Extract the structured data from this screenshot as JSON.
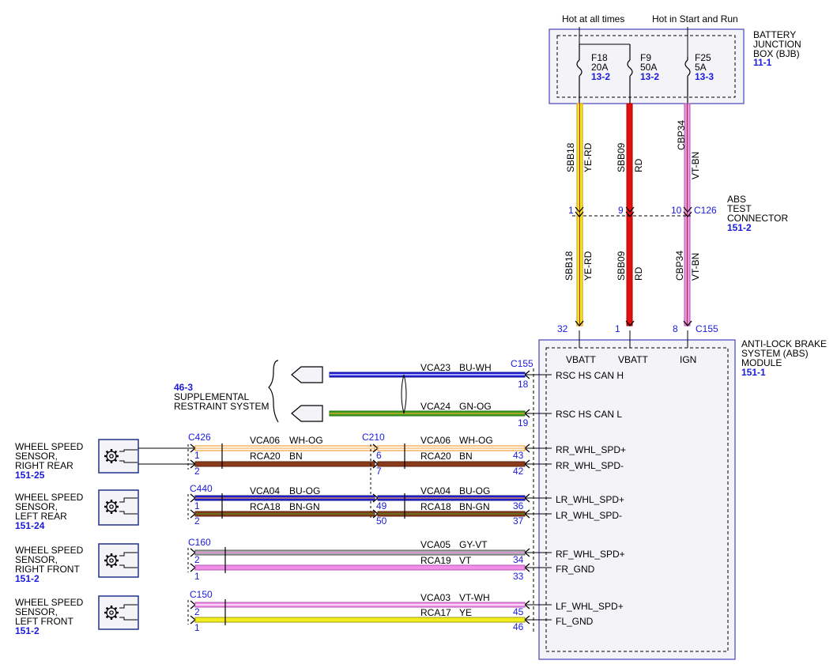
{
  "colors": {
    "accent_blue": "#1a1adb",
    "box_border": "#4444bb",
    "box_fill": "#f3f3f8",
    "YE": "#f2ed1f",
    "RD": "#e01010",
    "VT": "#f08ee8",
    "BU": "#1e1edc",
    "WH": "#ffffff",
    "GN": "#3da21a",
    "OG": "#f2a23a",
    "BN": "#8b3a1a",
    "GY": "#aaaaaa"
  },
  "header": {
    "hot_at_all_times": "Hot at all times",
    "hot_in_start_run": "Hot in Start and Run"
  },
  "bjb": {
    "name_line1": "BATTERY",
    "name_line2": "JUNCTION",
    "name_line3": "BOX (BJB)",
    "ref": "11-1",
    "fuses": [
      {
        "id": "F18",
        "amps": "20A",
        "ref": "13-2"
      },
      {
        "id": "F9",
        "amps": "50A",
        "ref": "13-2"
      },
      {
        "id": "F25",
        "amps": "5A",
        "ref": "13-3"
      }
    ]
  },
  "upper_wires": [
    {
      "circuit": "SBB18",
      "color": "YE-RD"
    },
    {
      "circuit": "SBB09",
      "color": "RD"
    },
    {
      "circuit": "CBP34",
      "color": "VT-BN"
    }
  ],
  "lower_wires": [
    {
      "circuit": "SBB18",
      "color": "YE-RD"
    },
    {
      "circuit": "SBB09",
      "color": "RD"
    },
    {
      "circuit": "CBP34",
      "color": "VT-BN"
    }
  ],
  "test_connector": {
    "line1": "ABS",
    "line2": "TEST",
    "line3": "CONNECTOR",
    "ref": "151-2",
    "connector": "C126",
    "pins": [
      "1",
      "9",
      "10"
    ]
  },
  "abs_module": {
    "line1": "ANTI-LOCK BRAKE",
    "line2": "SYSTEM (ABS)",
    "line3": "MODULE",
    "ref": "151-1",
    "connector": "C155",
    "top_pins": [
      "32",
      "1",
      "8"
    ],
    "power_labels": [
      "VBATT",
      "VBATT",
      "IGN"
    ],
    "left_connector": "C155",
    "pins": [
      {
        "num": "18",
        "label": "RSC HS CAN H"
      },
      {
        "num": "19",
        "label": "RSC HS CAN L"
      },
      {
        "num": "43",
        "label": "RR_WHL_SPD+"
      },
      {
        "num": "42",
        "label": "RR_WHL_SPD-"
      },
      {
        "num": "36",
        "label": "LR_WHL_SPD+"
      },
      {
        "num": "37",
        "label": "LR_WHL_SPD-"
      },
      {
        "num": "34",
        "label": "RF_WHL_SPD+"
      },
      {
        "num": "33",
        "label": "FR_GND"
      },
      {
        "num": "45",
        "label": "LF_WHL_SPD+"
      },
      {
        "num": "46",
        "label": "FL_GND"
      }
    ]
  },
  "srs": {
    "ref": "46-3",
    "line1": "SUPPLEMENTAL",
    "line2": "RESTRAINT SYSTEM",
    "wires": [
      {
        "circuit": "VCA23",
        "color": "BU-WH"
      },
      {
        "circuit": "VCA24",
        "color": "GN-OG"
      }
    ]
  },
  "sensors": [
    {
      "line1": "WHEEL SPEED",
      "line2": "SENSOR,",
      "line3": "RIGHT REAR",
      "ref": "151-25",
      "connector": "C426",
      "pins": [
        "1",
        "2"
      ],
      "inline_connector": "C210",
      "inline_pins": [
        "6",
        "7"
      ],
      "wires": [
        {
          "circuit": "VCA06",
          "color": "WH-OG"
        },
        {
          "circuit": "RCA20",
          "color": "BN"
        }
      ],
      "wires_right": [
        {
          "circuit": "VCA06",
          "color": "WH-OG"
        },
        {
          "circuit": "RCA20",
          "color": "BN"
        }
      ]
    },
    {
      "line1": "WHEEL SPEED",
      "line2": "SENSOR,",
      "line3": "LEFT REAR",
      "ref": "151-24",
      "connector": "C440",
      "pins": [
        "1",
        "2"
      ],
      "inline_pins": [
        "49",
        "50"
      ],
      "wires": [
        {
          "circuit": "VCA04",
          "color": "BU-OG"
        },
        {
          "circuit": "RCA18",
          "color": "BN-GN"
        }
      ],
      "wires_right": [
        {
          "circuit": "VCA04",
          "color": "BU-OG"
        },
        {
          "circuit": "RCA18",
          "color": "BN-GN"
        }
      ]
    },
    {
      "line1": "WHEEL SPEED",
      "line2": "SENSOR,",
      "line3": "RIGHT FRONT",
      "ref": "151-2",
      "connector": "C160",
      "pins": [
        "2",
        "1"
      ],
      "wires": [
        {
          "circuit": "VCA05",
          "color": "GY-VT"
        },
        {
          "circuit": "RCA19",
          "color": "VT"
        }
      ]
    },
    {
      "line1": "WHEEL SPEED",
      "line2": "SENSOR,",
      "line3": "LEFT FRONT",
      "ref": "151-2",
      "connector": "C150",
      "pins": [
        "2",
        "1"
      ],
      "wires": [
        {
          "circuit": "VCA03",
          "color": "VT-WH"
        },
        {
          "circuit": "RCA17",
          "color": "YE"
        }
      ]
    }
  ]
}
